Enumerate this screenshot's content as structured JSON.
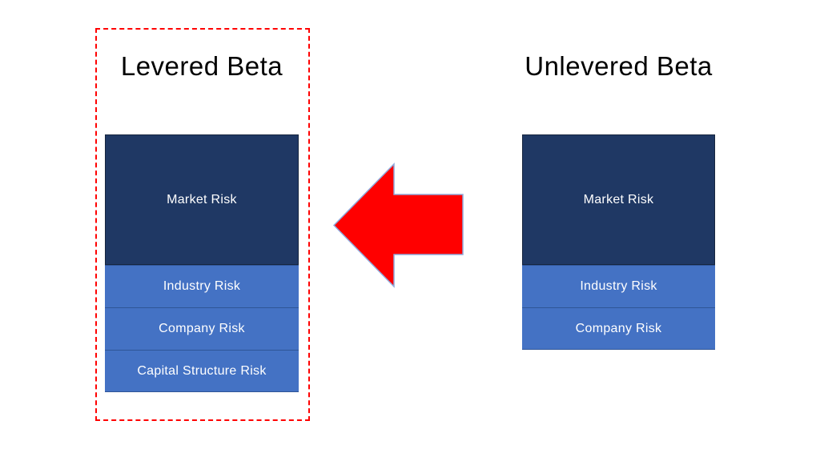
{
  "colors": {
    "navy": "#1F3864",
    "blue": "#4472C4",
    "divider": "#2F5597",
    "navy_border": "#17263F",
    "arrow_red": "#FF0000",
    "arrow_outline": "#8FAADC",
    "dashed_border": "#FF0000",
    "title_color": "#000000",
    "label_color": "#FFFFFF"
  },
  "levered": {
    "title": "Levered Beta",
    "segments": [
      "Market Risk",
      "Industry Risk",
      "Company Risk",
      "Capital Structure Risk"
    ]
  },
  "unlevered": {
    "title": "Unlevered Beta",
    "segments": [
      "Market Risk",
      "Industry Risk",
      "Company Risk"
    ]
  },
  "arrow": {
    "direction": "left"
  }
}
